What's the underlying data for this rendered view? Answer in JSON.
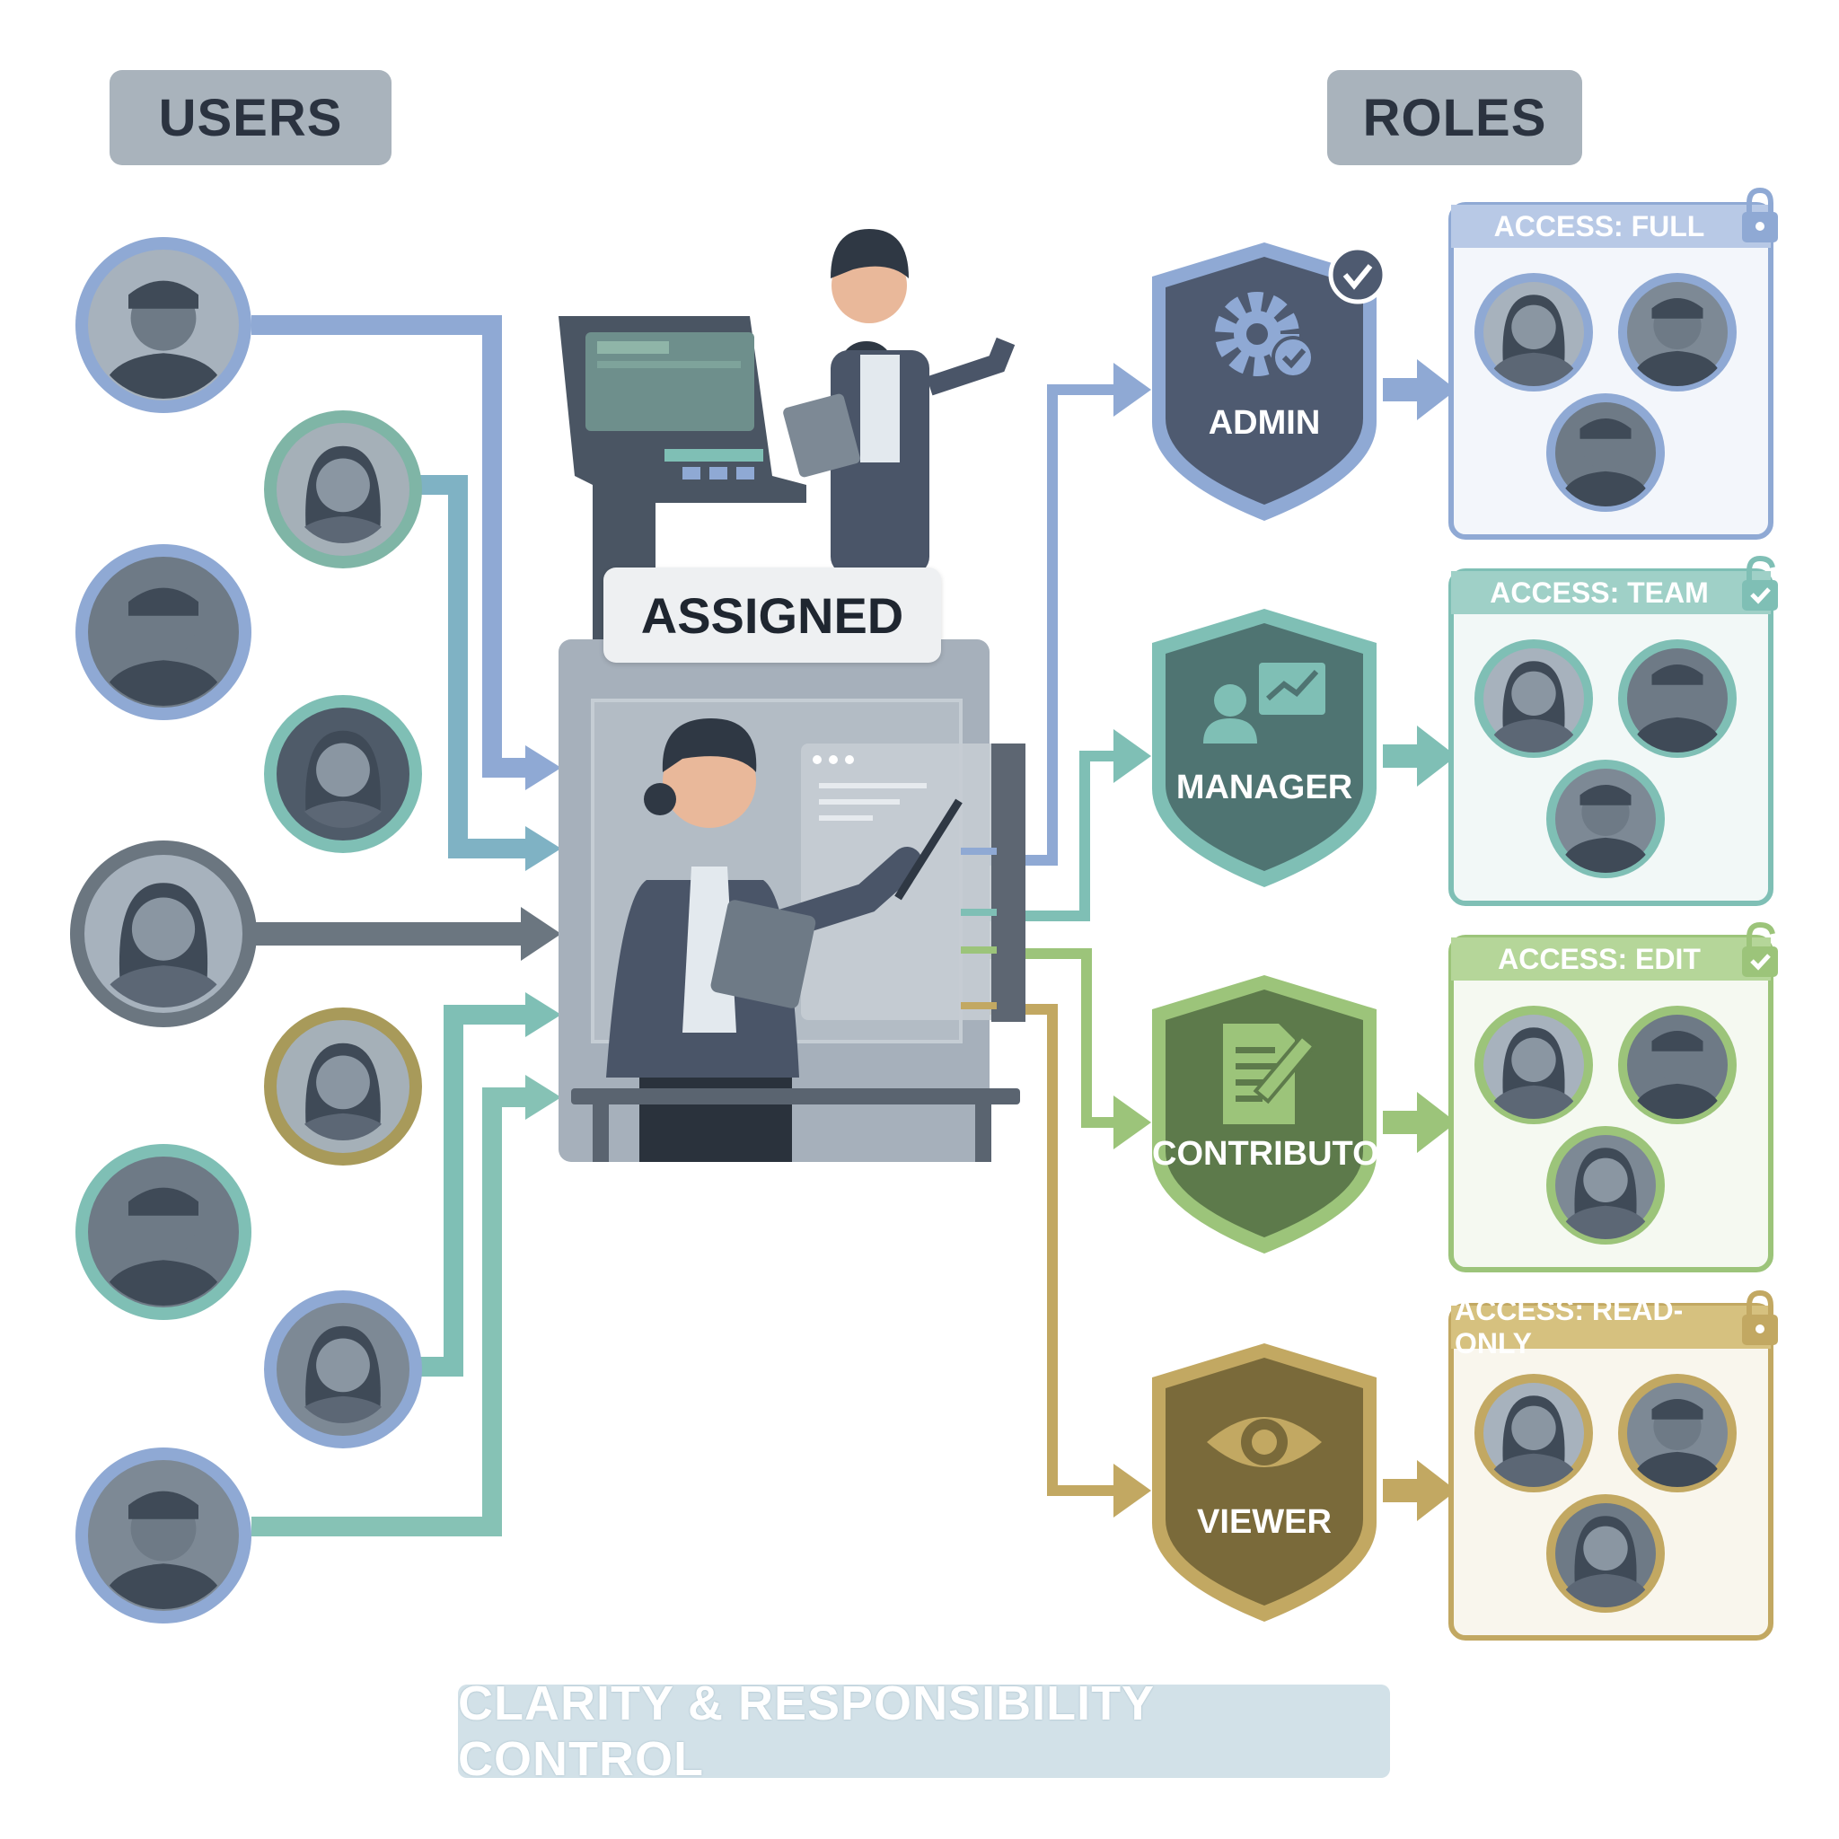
{
  "headers": {
    "users": "USERS",
    "roles": "ROLES"
  },
  "center": {
    "label": "ASSIGNED"
  },
  "footer": {
    "text": "CLARITY & RESPONSIBILITY CONTROL"
  },
  "roles": [
    {
      "name": "ADMIN",
      "access": "ACCESS: FULL",
      "color": "#8fa9d4",
      "icon": "gear-check-icon"
    },
    {
      "name": "MANAGER",
      "access": "ACCESS: TEAM",
      "color": "#7fbfb5",
      "icon": "chart-presenter-icon"
    },
    {
      "name": "CONTRIBUTOR",
      "access": "ACCESS: EDIT",
      "color": "#9cc47a",
      "icon": "document-pencil-icon"
    },
    {
      "name": "VIEWER",
      "access": "ACCESS: READ-ONLY",
      "color": "#c2a862",
      "icon": "eye-icon"
    }
  ],
  "colors": {
    "blue": "#8fa9d4",
    "teal": "#7fbfb5",
    "slate": "#6b7680",
    "green": "#9cc47a",
    "gold": "#c2a862",
    "admin_shield": "#4e5a70",
    "manager_shield": "#4f7472",
    "contributor_shield": "#5d7a4b",
    "viewer_shield": "#7a6a3a"
  }
}
